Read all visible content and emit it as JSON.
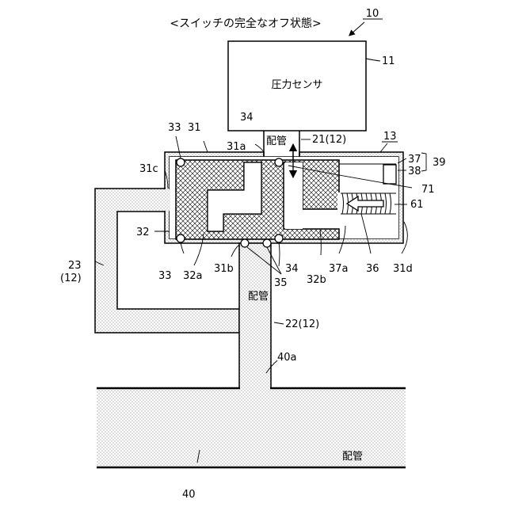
{
  "title": "<スイッチの完全なオフ状態>",
  "figure_number": "10",
  "sensor_text": "圧力センサ",
  "labels": {
    "l11": "11",
    "l13": "13",
    "l21": "21(12)",
    "l22": "22(12)",
    "l23": "23",
    "l12": "(12)",
    "l31": "31",
    "l31a": "31a",
    "l31b": "31b",
    "l31c": "31c",
    "l31d": "31d",
    "l32": "32",
    "l32a": "32a",
    "l32b": "32b",
    "l33top": "33",
    "l33bot": "33",
    "l34top": "34",
    "l34bot": "34",
    "l35": "35",
    "l36": "36",
    "l37": "37",
    "l37a": "37a",
    "l38": "38",
    "l39": "39",
    "l40": "40",
    "l40a": "40a",
    "l61": "61",
    "l71": "71",
    "pipe_top": "配管",
    "pipe_mid": "配管",
    "pipe_main": "配管"
  },
  "colors": {
    "line": "#000000",
    "fill": "#ffffff"
  }
}
